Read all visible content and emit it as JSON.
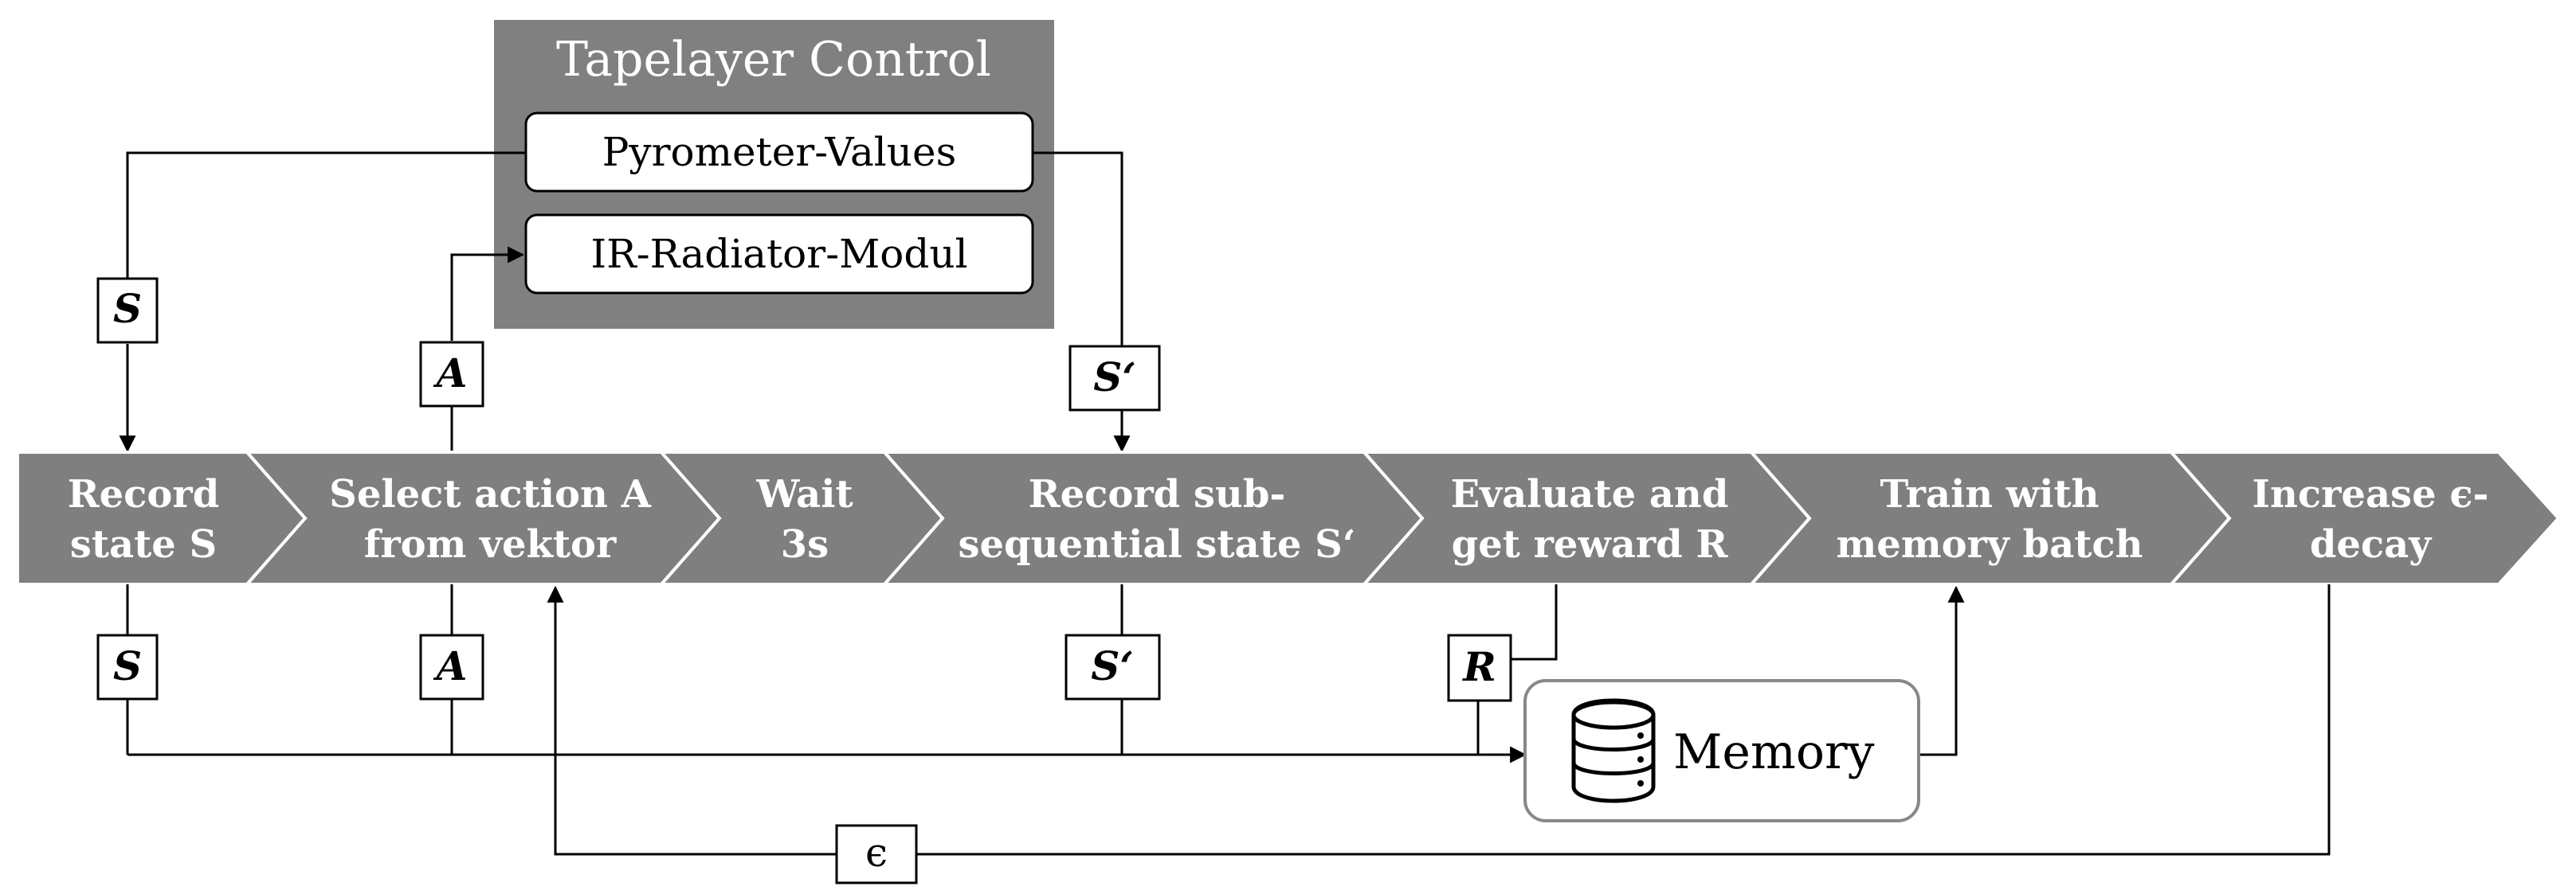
{
  "panel": {
    "title": "Tapelayer Control",
    "box_top": "Pyrometer-Values",
    "box_bottom": "IR-Radiator-Modul"
  },
  "steps": [
    {
      "line1": "Record",
      "line2": "state S"
    },
    {
      "line1": "Select action A",
      "line2": "from vektor"
    },
    {
      "line1": "Wait",
      "line2": "3s"
    },
    {
      "line1": "Record sub-",
      "line2": "sequential state S‘"
    },
    {
      "line1": "Evaluate and",
      "line2": "get reward R"
    },
    {
      "line1": "Train with",
      "line2": "memory batch"
    },
    {
      "line1": "Increase ϵ-",
      "line2": "decay"
    }
  ],
  "labels": {
    "s_top": "S",
    "a_top": "A",
    "s_prime_top": "S‘",
    "s_bottom": "S",
    "a_bottom": "A",
    "s_prime_bottom": "S‘",
    "r_bottom": "R",
    "epsilon": "ϵ"
  },
  "memory": {
    "label": "Memory"
  },
  "colors": {
    "step_fill": "#7f7f7f",
    "panel_fill": "#808080",
    "memory_border": "#888888"
  }
}
